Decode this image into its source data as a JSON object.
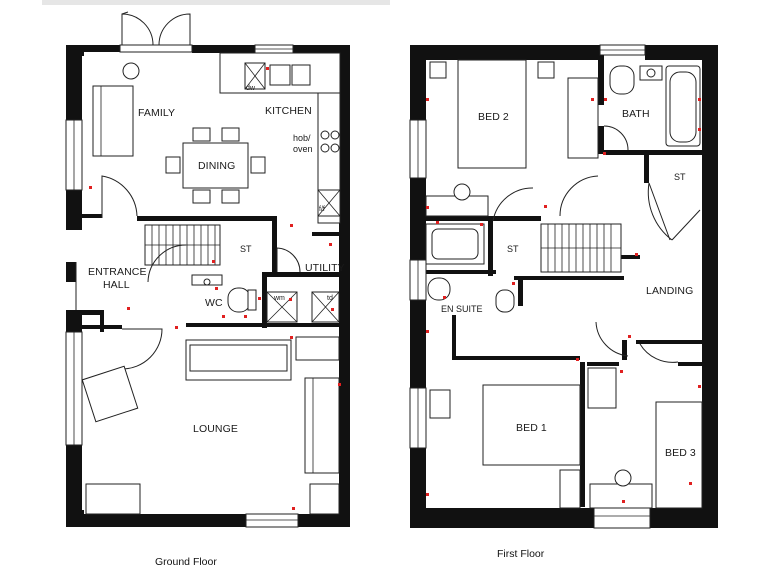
{
  "ground_floor": {
    "caption": "Ground Floor",
    "rooms": {
      "family": "FAMILY",
      "kitchen": "KITCHEN",
      "hob_oven_line1": "hob/",
      "hob_oven_line2": "oven",
      "dining": "DINING",
      "store": "ST",
      "utility": "UTILITY",
      "entrance_line1": "ENTRANCE",
      "entrance_line2": "HALL",
      "wc": "WC",
      "lounge": "LOUNGE"
    },
    "appliances": {
      "dishwasher": "dw",
      "fridge_freezer": "f/f",
      "washing_machine": "wm",
      "tumble_dryer": "td"
    }
  },
  "first_floor": {
    "caption": "First Floor",
    "rooms": {
      "bed2": "BED 2",
      "bath": "BATH",
      "store_landing": "ST",
      "store_bed2": "ST",
      "landing": "LANDING",
      "en_suite": "EN SUITE",
      "bed1": "BED 1",
      "bed3": "BED 3"
    }
  },
  "colors": {
    "walls": "#111111",
    "lines": "#222222",
    "electrical_points": "#e02020",
    "header_bar": "#e6e6e6"
  }
}
